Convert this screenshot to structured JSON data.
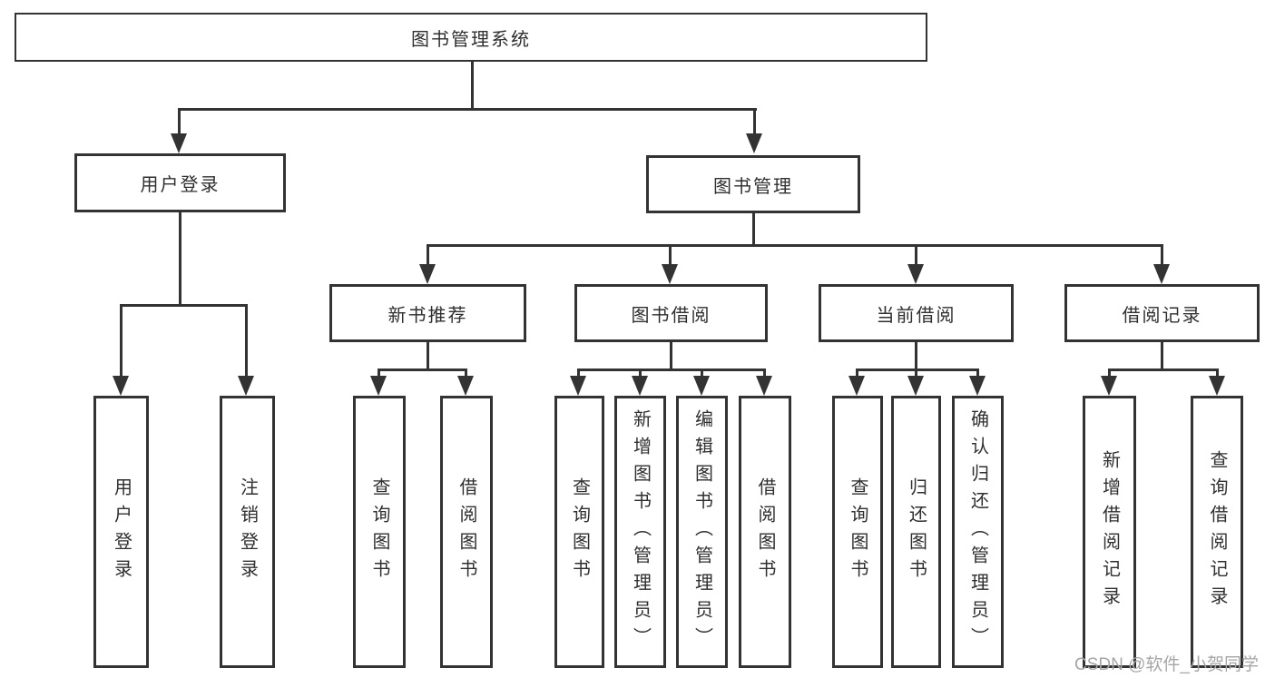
{
  "tree": {
    "root": {
      "label": "图书管理系统"
    },
    "level2": [
      {
        "label": "用户登录"
      },
      {
        "label": "图书管理"
      }
    ],
    "level3": [
      {
        "label": "新书推荐"
      },
      {
        "label": "图书借阅"
      },
      {
        "label": "当前借阅"
      },
      {
        "label": "借阅记录"
      }
    ],
    "leaves": {
      "user_login": [
        {
          "label": "用户登录"
        },
        {
          "label": "注销登录"
        }
      ],
      "new_book": [
        {
          "label": "查询图书"
        },
        {
          "label": "借阅图书"
        }
      ],
      "book_borrow": [
        {
          "label": "查询图书"
        },
        {
          "label": "新增图书（管理员）"
        },
        {
          "label": "编辑图书（管理员）"
        },
        {
          "label": "借阅图书"
        }
      ],
      "current_borrow": [
        {
          "label": "查询图书"
        },
        {
          "label": "归还图书"
        },
        {
          "label": "确认归还（管理员）"
        }
      ],
      "borrow_record": [
        {
          "label": "新增借阅记录"
        },
        {
          "label": "查询借阅记录"
        }
      ]
    }
  },
  "watermark": "CSDN @软件_小贺同学",
  "colors": {
    "line": "#333333",
    "border": "#333333",
    "text": "#2f2f2f",
    "watermark": "#a6a6a6",
    "background": "#ffffff"
  }
}
